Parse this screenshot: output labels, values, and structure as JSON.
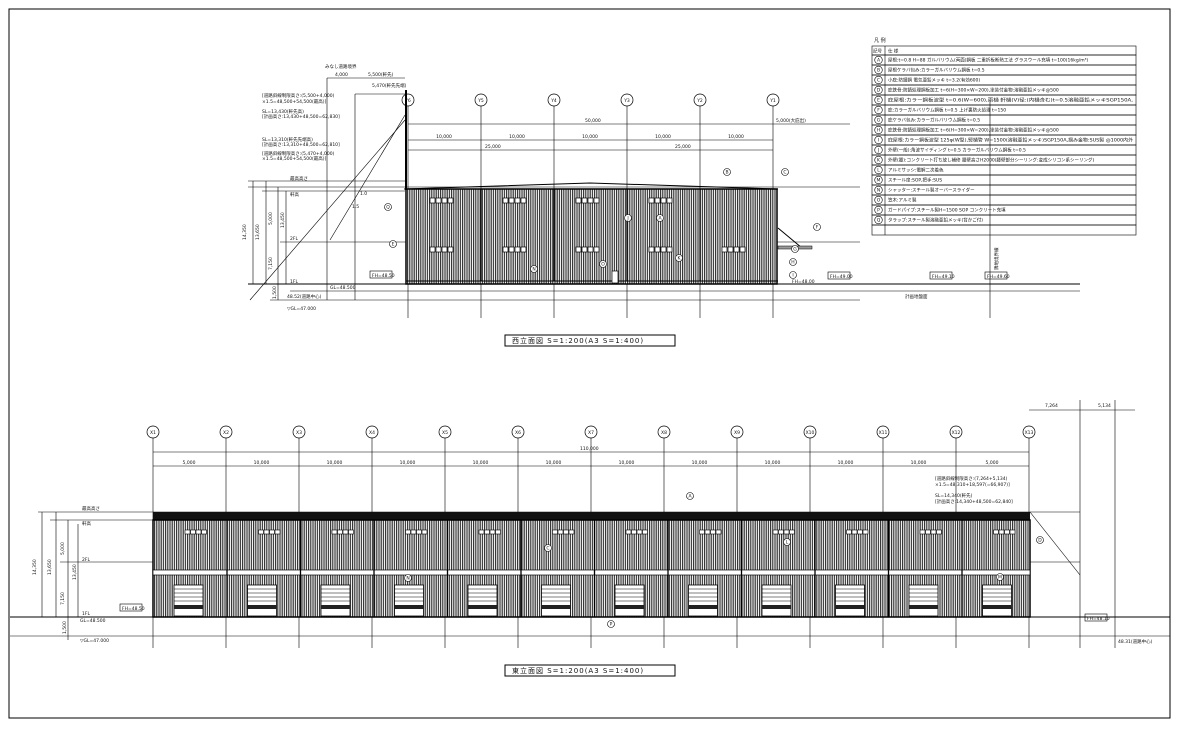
{
  "upper_elevation": {
    "title": "西立面図  S=1:200(A3 S=1:400)",
    "grid_labels": [
      "Y6",
      "Y5",
      "Y4",
      "Y3",
      "Y2",
      "Y1"
    ],
    "dim_total": "50,000",
    "dim_spans": [
      "10,000",
      "10,000",
      "10,000",
      "10,000",
      "10,000"
    ],
    "dim_halves": [
      "25,000",
      "25,000"
    ],
    "dim_right": "5,000(大庇出)",
    "dim_top": [
      "4,000",
      "5,500(軒先)",
      "5,470(軒先先端)"
    ],
    "dim_top_label": "みなし道路境界",
    "slope": [
      "1.0",
      "1.5"
    ],
    "levels": [
      "最高高さ",
      "軒高",
      "2FL",
      "1FL",
      "GL"
    ],
    "heights": [
      "14,350",
      "13,650",
      "13,450",
      "5,000",
      "7,150",
      "1,500"
    ],
    "ground_labels": [
      "FH=48.50",
      "GL=48.500",
      "48.52(道路中心)",
      "▽GL=47.000",
      "FH=48.00"
    ],
    "callouts": [
      "A",
      "B",
      "C",
      "E",
      "F",
      "G",
      "H",
      "I",
      "J",
      "K",
      "N",
      "O",
      "Q"
    ],
    "notes_left": [
      "[道路斜線制限高さ:(5,500+4,000)",
      "×1.5=48,500+54,500(最高)]",
      "SL=13,430(軒先高)",
      "[計画高さ:13,430+48,500=62,830]",
      "SL=13,310(軒先先端高)",
      "[計画高さ:13,310+48,500=62,810]",
      "[道路斜線制限高さ:(5,470+4,000)",
      "×1.5=48,500+54,500(最高)]"
    ],
    "right_labels": [
      "FH=49.00",
      "FH=49.10",
      "FH=49.60",
      "隣地境界線",
      "計画地盤面"
    ]
  },
  "lower_elevation": {
    "title": "東立面図  S=1:200(A3 S=1:400)",
    "grid_labels": [
      "X1",
      "X2",
      "X3",
      "X4",
      "X5",
      "X6",
      "X7",
      "X8",
      "X9",
      "X10",
      "X11",
      "X12",
      "X13"
    ],
    "dim_total": "110,000",
    "dim_spans": [
      "5,000",
      "10,000",
      "10,000",
      "10,000",
      "10,000",
      "10,000",
      "10,000",
      "10,000",
      "10,000",
      "10,000",
      "10,000",
      "5,000"
    ],
    "dim_right": [
      "7,264",
      "5,134"
    ],
    "heights": [
      "14,350",
      "13,650",
      "13,450",
      "5,000",
      "7,150",
      "1,500"
    ],
    "levels": [
      "最高高さ",
      "軒高",
      "2FL",
      "1FL",
      "GL"
    ],
    "ground_labels": [
      "FH=48.50",
      "GL=48.500",
      "▽GL=47.000",
      "FH=48.10",
      "48.31(道路中心)"
    ],
    "notes_right": [
      "[道路斜線制限高さ:(7,264+5,134)",
      "×1.5=48,310+18,597(=66,907)]",
      "SL=14,340(軒先)",
      "[計画高さ:14,340+48,500=62,840]"
    ],
    "callouts": [
      "A",
      "C",
      "D",
      "L",
      "M",
      "N",
      "P"
    ]
  },
  "legend": {
    "title": "凡 例",
    "col_code": "記号",
    "col_spec": "仕 様",
    "rows": [
      {
        "code": "A",
        "spec": "屋根:t=0.8 H=88 ガルバリウム(両面)鋼板 二重折板断熱工法 グラスウール充填 t=100(16kg/m³)"
      },
      {
        "code": "B",
        "spec": "屋根ケラバ包み:カラーガルバリウム鋼板 t=0.5"
      },
      {
        "code": "C",
        "spec": "小庇:防錆鋼 電気亜鉛メッキ t=3.2(有効600)"
      },
      {
        "code": "D",
        "spec": "庇鉄骨:防錆処理鋼板加工 t=6(H=300×W=200),塗装付金物:溶融亜鉛メッキ@500"
      },
      {
        "code": "E",
        "spec": "庇屋根:カラー鋼板波型 t=0.6(W=600),雨樋 軒樋(V)径:(内樋含む)t=0.5溶融亜鉛メッキSGP150A,"
      },
      {
        "code": "F",
        "spec": "庇:カラーガルバリウム鋼板 t=0.5 上げ裏防火処理 t=150"
      },
      {
        "code": "G",
        "spec": "庇ケラバ包み:カラーガルバリウム鋼板 t=0.5"
      },
      {
        "code": "H",
        "spec": "庇鉄骨:防錆処理鋼板加工 t=6(H=300×W=200),塗装付金物:溶融亜鉛メッキ@500"
      },
      {
        "code": "I",
        "spec": "庇屋根:カラー鋼板波型 125φ(W型),竪樋管 W=1500(溶融亜鉛メッキ)SGP150A,掴み金物:SUS製 @1000内外"
      },
      {
        "code": "J",
        "spec": "外壁(一般):角波サイディング t=0.5 カラーガルバリウム鋼板 t=0.5"
      },
      {
        "code": "K",
        "spec": "外壁(腰):コンクリート打ち放し補修 腰壁高さH2000(腰壁部分シーリング:変成シリコン系シーリング)"
      },
      {
        "code": "L",
        "spec": "アルミサッシ:電解二次着色"
      },
      {
        "code": "M",
        "spec": "スチール扉:SOP,把手:SUS"
      },
      {
        "code": "N",
        "spec": "シャッター:スチール製オーバースライダー"
      },
      {
        "code": "O",
        "spec": "笠木:アルミ製"
      },
      {
        "code": "P",
        "spec": "ガードパイプ:スチール製H=1500 SOP コンクリート充填"
      },
      {
        "code": "Q",
        "spec": "タラップ:スチール製溶融亜鉛メッキ(背かご付)"
      },
      {
        "code": "",
        "spec": ""
      }
    ]
  }
}
